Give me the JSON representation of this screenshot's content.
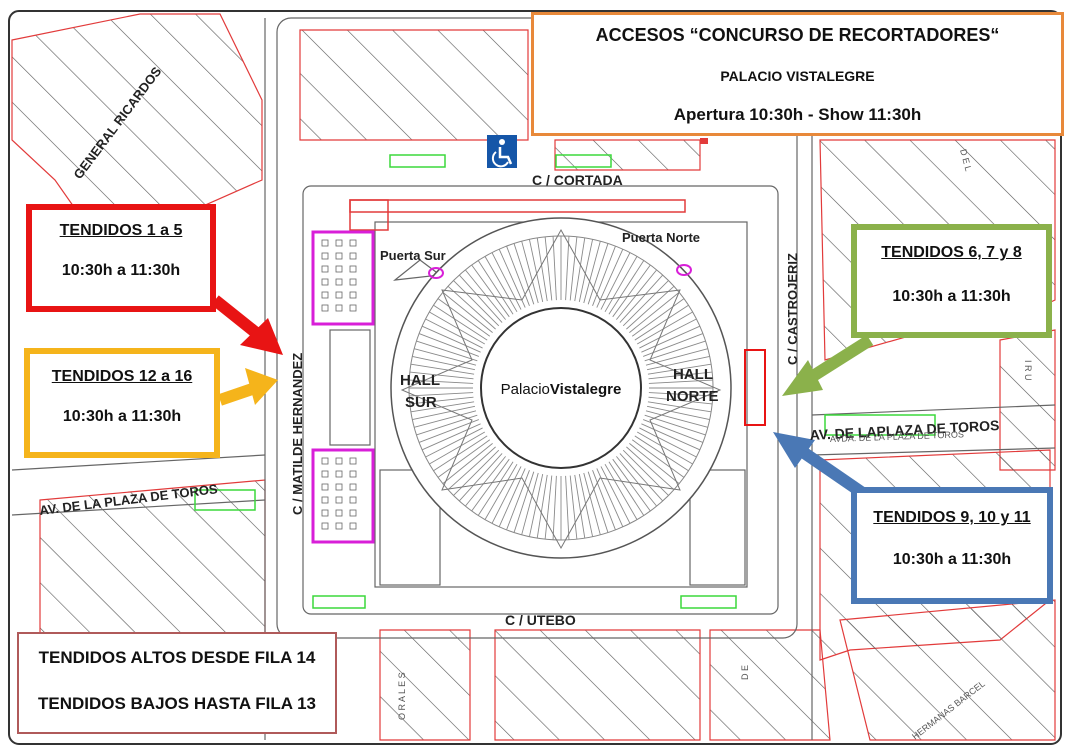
{
  "header": {
    "title": "ACCESOS “CONCURSO DE RECORTADORES“",
    "venue": "PALACIO VISTALEGRE",
    "schedule": "Apertura  10:30h - Show 11:30h"
  },
  "access_boxes": [
    {
      "heading": "TENDIDOS 1 a 5",
      "time": "10:30h a 11:30h",
      "color": "#e81414"
    },
    {
      "heading": "TENDIDOS 12 a 16",
      "time": "10:30h a 11:30h",
      "color": "#f5b41b"
    },
    {
      "heading": "TENDIDOS 6, 7 y  8",
      "time": "10:30h a 11:30h",
      "color": "#8bb14b"
    },
    {
      "heading": "TENDIDOS 9, 10 y 11",
      "time": "10:30h a 11:30h",
      "color": "#4a78b5"
    }
  ],
  "notes": {
    "line1": "TENDIDOS ALTOS DESDE FILA 14",
    "line2": "TENDIDOS BAJOS HASTA FILA 13"
  },
  "streets": {
    "general_ricardos": "GENERAL RICARDOS",
    "cortada": "C / CORTADA",
    "utebo": "C / UTEBO",
    "matilde": "C / MATILDE HERNANDEZ",
    "castrojeriz": "C / CASTROJERIZ",
    "plaza_toros_left": "AV. DE LA PLAZA DE TOROS",
    "plaza_toros_right": "AV. DE LAPLAZA DE TOROS",
    "plaza_toros_small": "AVDA. DE LA PLAZA DE TOROS",
    "hermanas": "HERMANAS BARCEL",
    "del": "D E L",
    "iru": "I R U",
    "orales": "O R A L E S",
    "de": "D E"
  },
  "venue_labels": {
    "logo_regular": "Palacio",
    "logo_bold": "Vistalegre",
    "puerta_sur": "Puerta Sur",
    "puerta_norte": "Puerta Norte",
    "hall_sur_1": "HALL",
    "hall_sur_2": "SUR",
    "hall_norte_1": "HALL",
    "hall_norte_2": "NORTE"
  },
  "icons": {
    "wheelchair": "wheelchair-access-icon"
  },
  "colors": {
    "accent_orange": "#e8893a",
    "red": "#e81414",
    "yellow": "#f5b41b",
    "green": "#8bb14b",
    "blue": "#4a78b5",
    "magenta": "#d81fd8",
    "street_red": "#e23b3b",
    "green_marker": "#3bd83b",
    "accessible_blue": "#1556a8"
  }
}
